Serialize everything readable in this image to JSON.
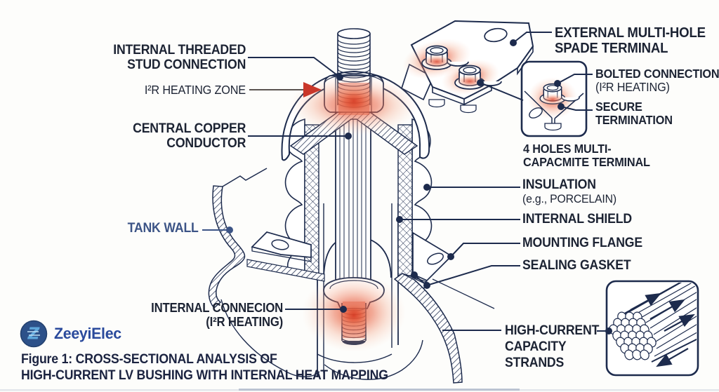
{
  "figure": {
    "caption_line1": "Figure 1: CROSS-SECTIONAL ANALYSIS OF",
    "caption_line2": "HIGH-CURRENT LV BUSHING WITH INTERNAL HEAT MAPPING"
  },
  "logo": {
    "text": "ZeeyiElec",
    "monogram": "Z"
  },
  "labels": {
    "internal_threaded_stud": {
      "line1": "INTERNAL THREADED",
      "line2": "STUD CONNECTION"
    },
    "i2r_heating_zone": {
      "text": "I²R HEATING ZONE"
    },
    "central_copper_conductor": {
      "line1": "CENTRAL COPPER",
      "line2": "CONDUCTOR"
    },
    "tank_wall": {
      "text": "TANK WALL"
    },
    "internal_connecion": {
      "line1": "INTERNAL CONNECION",
      "line2": "(I²R HEATING)"
    },
    "external_spade_terminal": {
      "line1": "EXTERNAL MULTI-HOLE",
      "line2": "SPADE TERMINAL"
    },
    "bolted_connection": {
      "line1": "BOLTED CONNECTION",
      "line2": "(I²R HEATING)"
    },
    "secure_termination": {
      "line1": "SECURE",
      "line2": "TERMINATION"
    },
    "four_holes_terminal": {
      "line1": "4 HOLES MULTI-",
      "line2": "CAPACMITE TERMINAL"
    },
    "insulation": {
      "line1": "INSULATION",
      "line2": "(e.g., PORCELAIN)"
    },
    "internal_shield": {
      "text": "INTERNAL SHIELD"
    },
    "mounting_flange": {
      "text": "MOUNTING FLANGE"
    },
    "sealing_gasket": {
      "text": "SEALING GASKET"
    },
    "high_current_strands": {
      "line1": "HIGH-CURRENT",
      "line2": "CAPACITY",
      "line3": "STRANDS"
    }
  },
  "colors": {
    "ink": "#1d2b4d",
    "heat_red": "#d63a22",
    "tank_wall_label": "#3c5486",
    "logo_blue": "#2a4a9c",
    "logo_circle": "#2d5189",
    "logo_z": "#5fa8dc"
  }
}
